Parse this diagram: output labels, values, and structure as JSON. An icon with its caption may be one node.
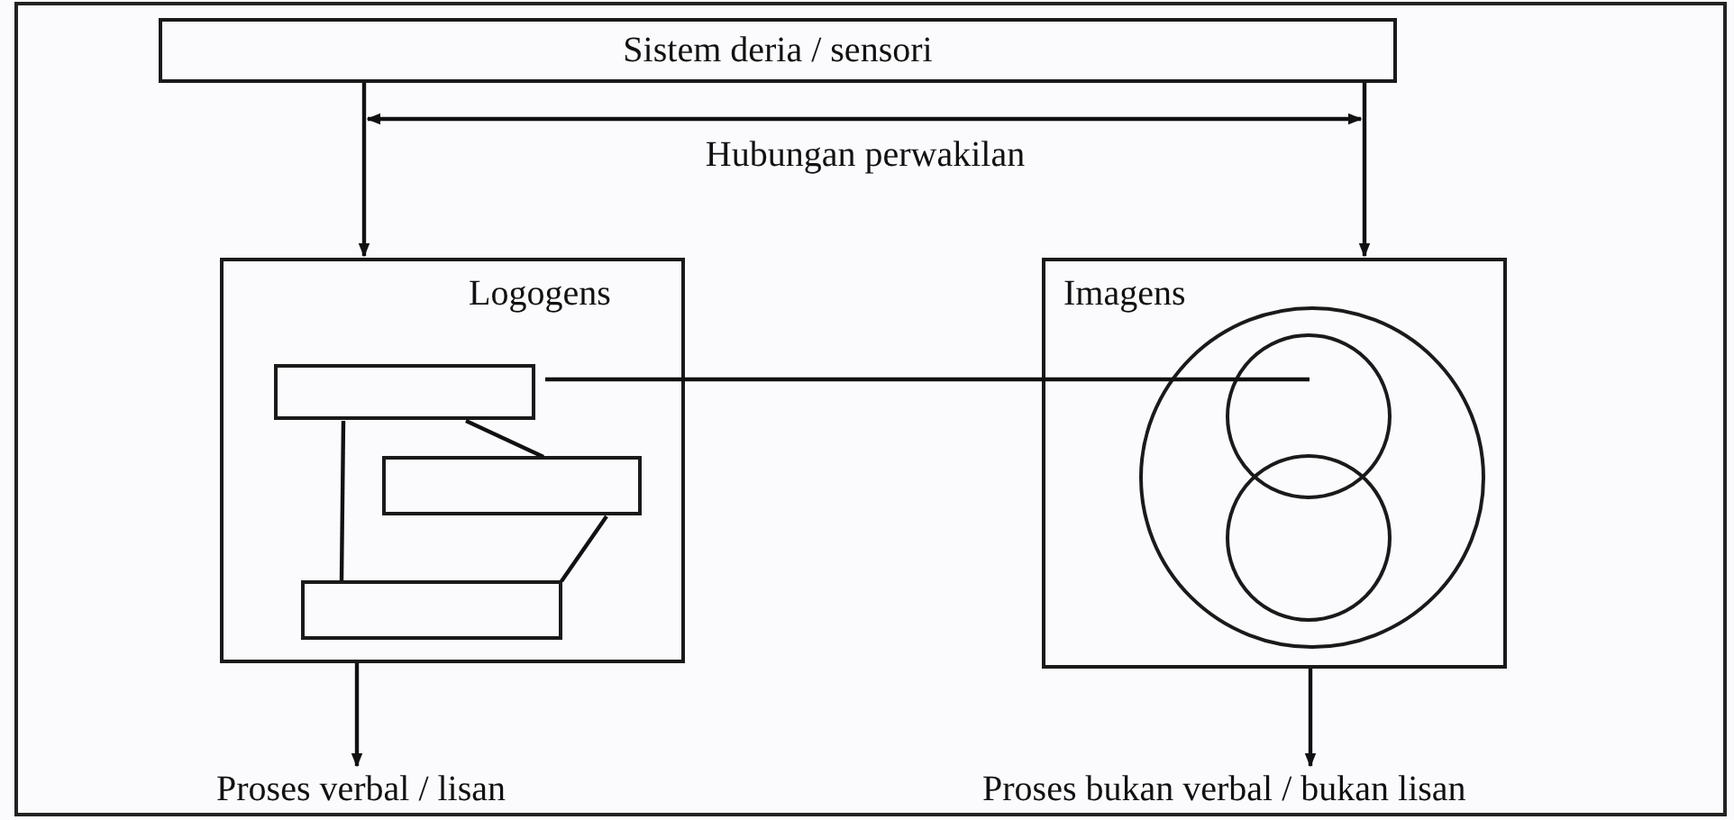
{
  "diagram": {
    "nodes": [
      {
        "text": [
          "Sistem deria / sensori"
        ]
      },
      {
        "text": [
          "Logogens"
        ]
      },
      {
        "text": [
          "Imagens"
        ]
      },
      {
        "text": [],
        "shape": "box",
        "in": 1
      },
      {
        "text": [],
        "shape": "box",
        "in": 1
      },
      {
        "text": [],
        "shape": "box",
        "in": 1
      },
      {
        "text": [],
        "shape": "circle",
        "in": 2
      },
      {
        "text": [],
        "shape": "circle",
        "in": 6
      },
      {
        "text": [],
        "shape": "circle",
        "in": 6
      },
      {
        "text": [
          "Proses verbal / lisan"
        ]
      },
      {
        "text": [
          "Proses bukan verbal / bukan lisan"
        ]
      }
    ],
    "edges": [
      {
        "from": 0,
        "to": 1,
        "arrow": "to"
      },
      {
        "from": 0,
        "to": 2,
        "arrow": "to"
      },
      {
        "from": 3,
        "to": 7,
        "arrow": "none"
      },
      {
        "from": 3,
        "to": 4,
        "arrow": "none"
      },
      {
        "from": 4,
        "to": 5,
        "arrow": "none"
      },
      {
        "from": 3,
        "to": 5,
        "arrow": "none"
      },
      {
        "from": 1,
        "to": 9,
        "arrow": "to"
      },
      {
        "from": 2,
        "to": 10,
        "arrow": "to"
      }
    ],
    "labels": [
      "Hubungan perwakilan"
    ]
  }
}
